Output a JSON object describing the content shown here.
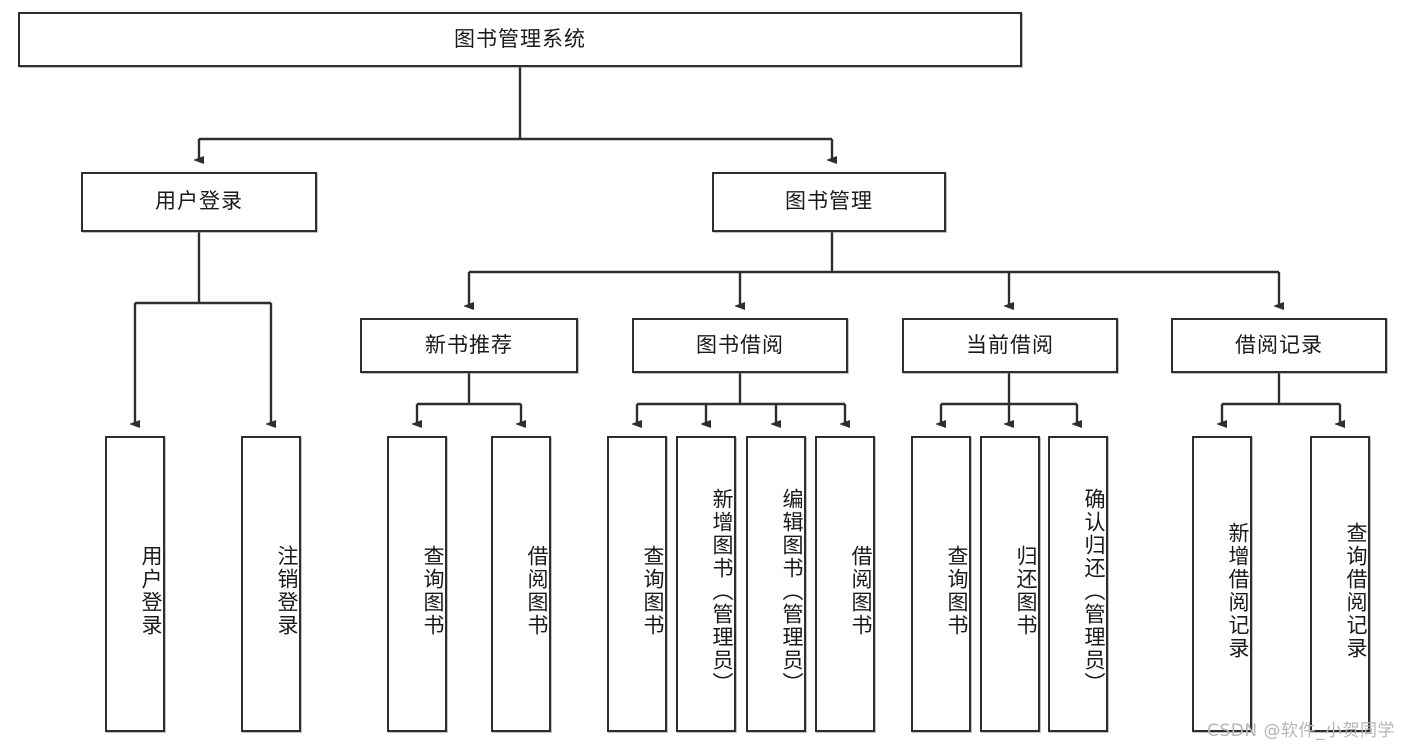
{
  "diagram": {
    "title": "图书管理系统",
    "type": "tree-hierarchy",
    "levels": 4,
    "colors": {
      "stroke": "#2e2e2e",
      "fill": "#ffffff",
      "text": "#1a1a1a",
      "watermark": "#b6b6b6"
    },
    "root": {
      "label": "图书管理系统"
    },
    "level2": [
      {
        "label": "用户登录"
      },
      {
        "label": "图书管理"
      }
    ],
    "level3": [
      {
        "label": "新书推荐"
      },
      {
        "label": "图书借阅"
      },
      {
        "label": "当前借阅"
      },
      {
        "label": "借阅记录"
      }
    ],
    "leaves": {
      "user_login": [
        {
          "label": "用户登录"
        },
        {
          "label": "注销登录"
        }
      ],
      "new_book": [
        {
          "label": "查询图书"
        },
        {
          "label": "借阅图书"
        }
      ],
      "book_borrow": [
        {
          "label": "查询图书"
        },
        {
          "label": "新增图书（管理员）"
        },
        {
          "label": "编辑图书（管理员）"
        },
        {
          "label": "借阅图书"
        }
      ],
      "current_borrow": [
        {
          "label": "查询图书"
        },
        {
          "label": "归还图书"
        },
        {
          "label": "确认归还（管理员）"
        }
      ],
      "borrow_record": [
        {
          "label": "新增借阅记录"
        },
        {
          "label": "查询借阅记录"
        }
      ]
    },
    "watermark": "CSDN @软件_小贺同学"
  }
}
